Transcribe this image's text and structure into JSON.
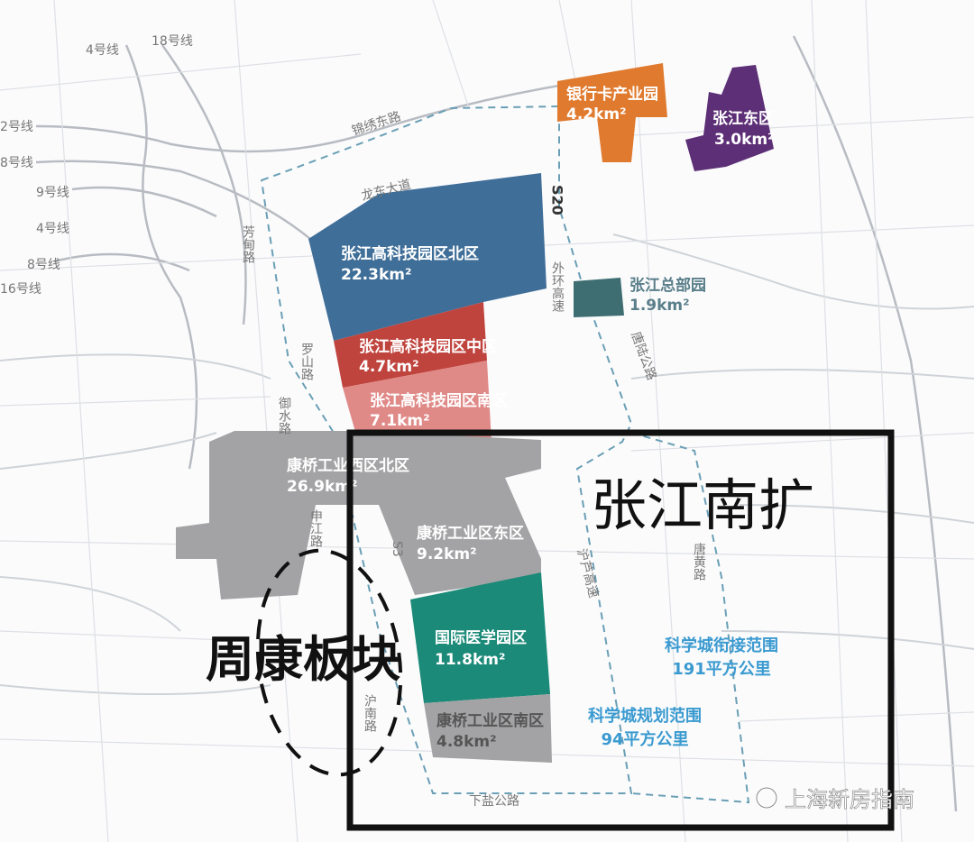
{
  "map": {
    "colors": {
      "north_park": "#3f6e98",
      "middle_park": "#c0443e",
      "south_park": "#e08a88",
      "kangqiao": "#a3a3a5",
      "medical": "#1b8a78",
      "bank_card": "#e07a2e",
      "east_zone": "#5d2f76",
      "hq_park": "#3f6e72",
      "science_city": "#3a9ad0",
      "highlight_box": "#111111"
    },
    "zones": [
      {
        "name": "张江高科技园区北区",
        "area": "22.3km²"
      },
      {
        "name": "张江高科技园区中区",
        "area": "4.7km²"
      },
      {
        "name": "张江高科技园区南区",
        "area": "7.1km²"
      },
      {
        "name": "康桥工业西区北区",
        "area": "26.9km²"
      },
      {
        "name": "康桥工业区东区",
        "area": "9.2km²"
      },
      {
        "name": "国际医学园区",
        "area": "11.8km²"
      },
      {
        "name": "康桥工业区南区",
        "area": "4.8km²"
      },
      {
        "name": "银行卡产业园",
        "area": "4.2km²"
      },
      {
        "name": "张江东区",
        "area": "3.0km²"
      },
      {
        "name": "张江总部园",
        "area": "1.9km²"
      }
    ],
    "science_city": [
      {
        "name": "科学城衔接范围",
        "area": "191平方公里"
      },
      {
        "name": "科学城规划范围",
        "area": "94平方公里"
      }
    ],
    "roads": [
      "锦绣东路",
      "龙东大道",
      "芳甸路",
      "罗山路",
      "御水路",
      "S20",
      "外环高速",
      "唐陆公路",
      "沪芦高速",
      "下盐公路",
      "申江路",
      "沪南路",
      "S3",
      "唐黄路"
    ],
    "metro_lines": [
      "4号线",
      "18号线",
      "2号线",
      "8号线",
      "9号线",
      "4号线",
      "8号线",
      "16号线"
    ],
    "annotations": {
      "highlight": "张江南扩",
      "circle": "周康板块"
    },
    "watermark": "上海新房指南"
  }
}
